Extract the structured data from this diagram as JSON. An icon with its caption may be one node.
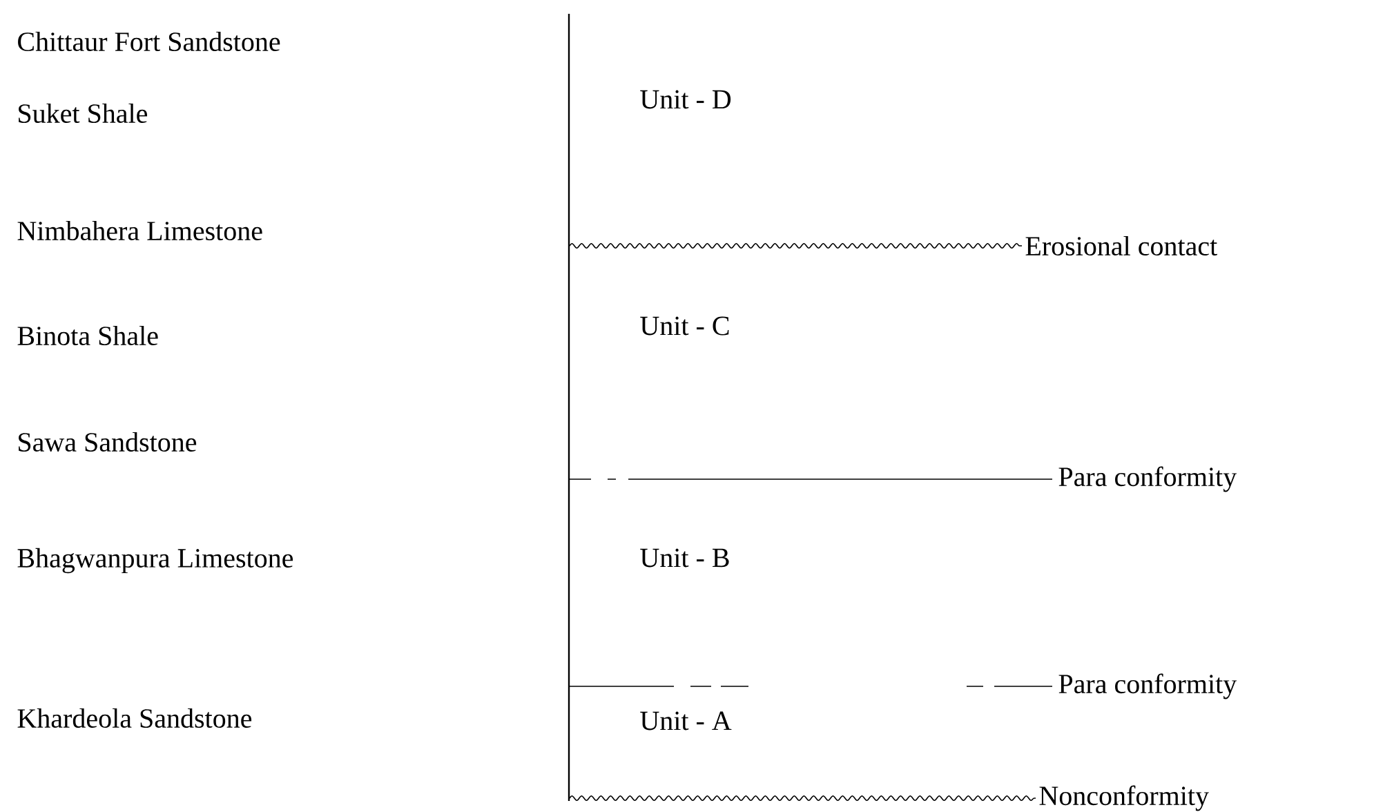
{
  "diagram": {
    "labels": [
      "Chittaur Fort Sandstone",
      "Unit - D",
      "Suket Shale",
      "Erosional contact",
      "Nimbahera Limestone",
      "Unit - C",
      "Binota Shale",
      "Para conformity",
      "Sawa Sandstone",
      "Unit - B",
      "Bhagwanpura Limestone",
      "Para conformity",
      "Khardeola Sandstone",
      "Unit - A",
      "Nonconformity"
    ]
  }
}
